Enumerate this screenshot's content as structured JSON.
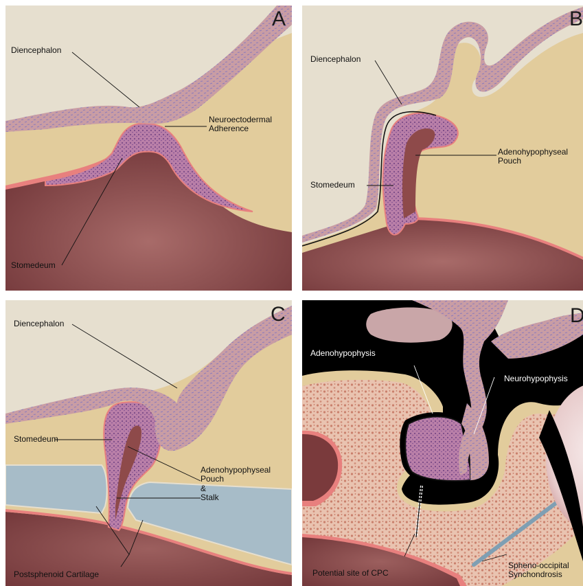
{
  "panels": {
    "a": {
      "letter": "A",
      "labels": {
        "diencephalon": "Diencephalon",
        "neuro1": "Neuroectodermal",
        "neuro2": "Adherence",
        "stomedeum": "Stomedeum"
      }
    },
    "b": {
      "letter": "B",
      "labels": {
        "diencephalon": "Diencephalon",
        "adeno1": "Adenohypophyseal",
        "adeno2": "Pouch",
        "stomedeum": "Stomedeum"
      }
    },
    "c": {
      "letter": "C",
      "labels": {
        "diencephalon": "Diencephalon",
        "stomedeum": "Stomedeum",
        "adeno1": "Adenohypophyseal",
        "adeno2": "Pouch",
        "adeno3": "&",
        "adeno4": "Stalk",
        "postsphenoid": "Postsphenoid Cartilage"
      }
    },
    "d": {
      "letter": "D",
      "labels": {
        "adenohypophysis": "Adenohypophysis",
        "neurohypophysis": "Neurohypophysis",
        "cpc": "Potential site of CPC",
        "spheno1": "Spheno-occipital",
        "spheno2": "Synchondrosis"
      }
    }
  },
  "colors": {
    "background": "#e6dfcf",
    "mesenchyme": "#e2cc9c",
    "neural": "#c79ba2",
    "pouch": "#b97fa8",
    "oral": "#8e4a4a",
    "epithelium": "#e8807e",
    "cartilage": "#a7bcc8",
    "bone": "#e8bca8",
    "void": "#000000"
  }
}
